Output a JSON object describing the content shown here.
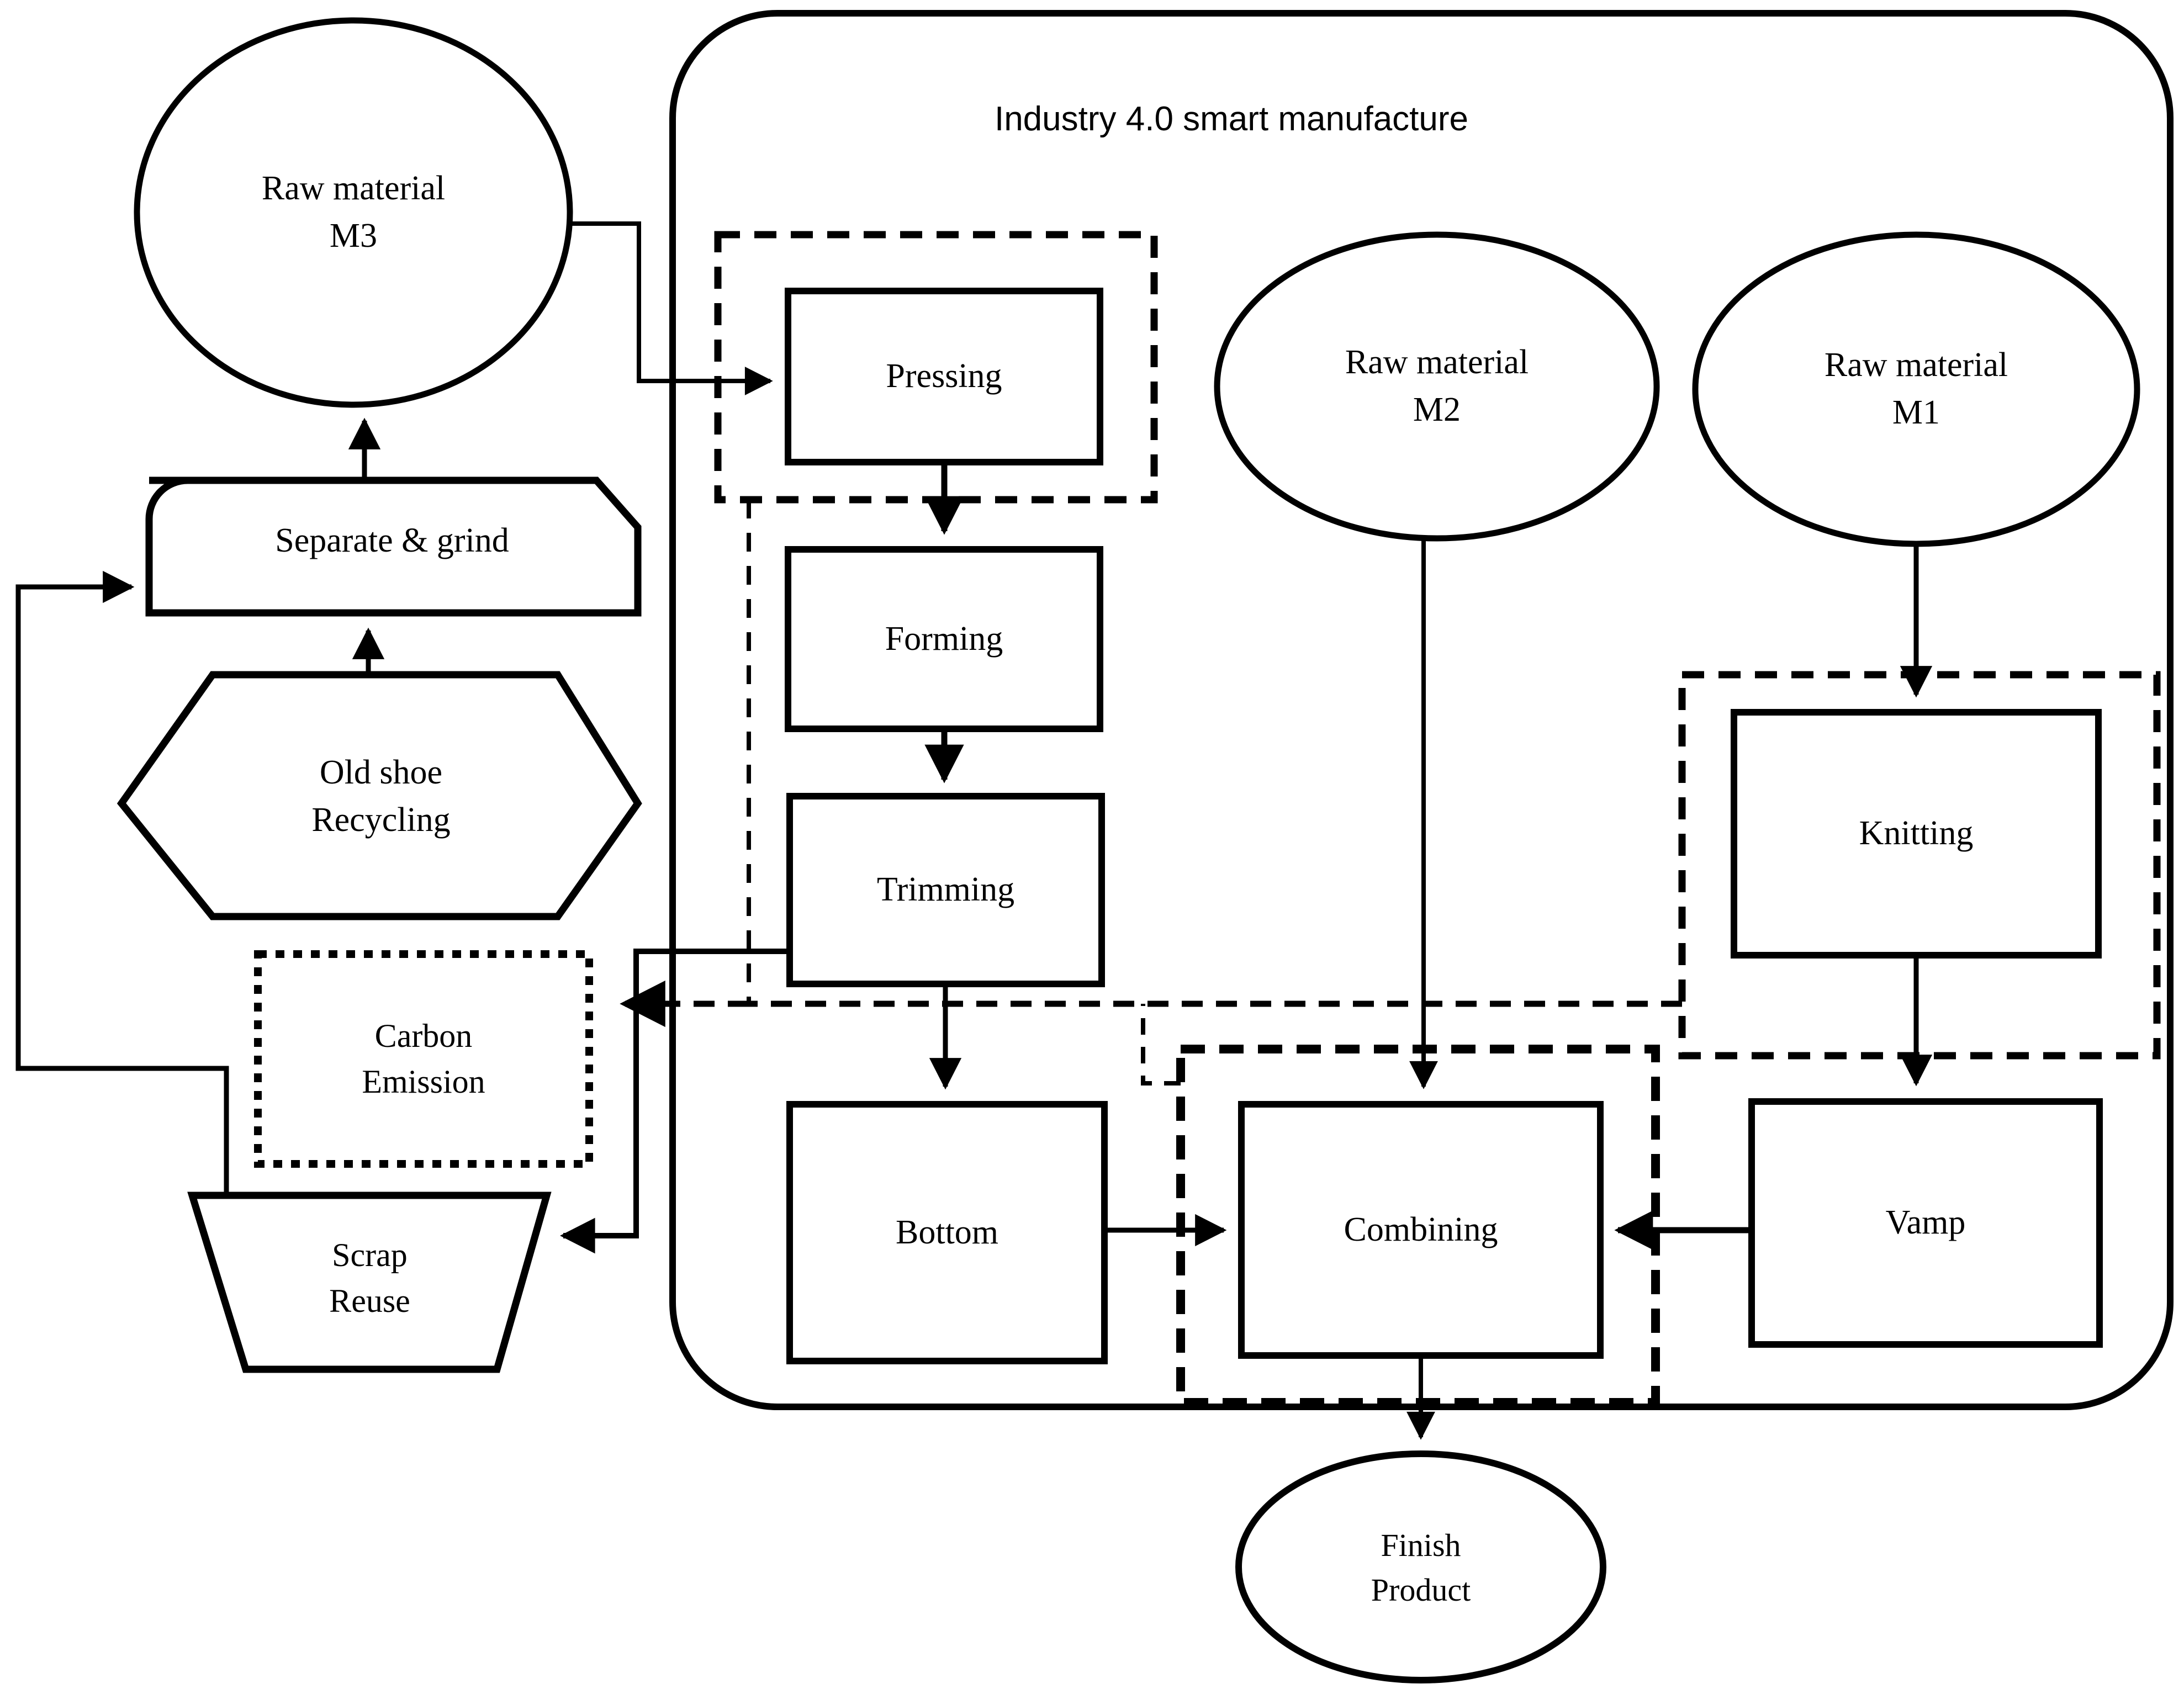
{
  "diagram": {
    "title": "Industry 4.0 smart manufacture",
    "background_color": "#ffffff",
    "stroke_color": "#000000"
  },
  "nodes": {
    "raw_material_m3": {
      "label": "Raw material\nM3",
      "shape": "ellipse"
    },
    "raw_material_m2": {
      "label": "Raw material\nM2",
      "shape": "ellipse"
    },
    "raw_material_m1": {
      "label": "Raw material\nM1",
      "shape": "ellipse"
    },
    "separate_grind": {
      "label": "Separate & grind",
      "shape": "rounded-cut-rectangle"
    },
    "old_shoe_recycling": {
      "label": "Old shoe\nRecycling",
      "shape": "hexagon"
    },
    "carbon_emission": {
      "label": "Carbon\nEmission",
      "shape": "dotted-rectangle"
    },
    "scrap_reuse": {
      "label": "Scrap\nReuse",
      "shape": "inverted-trapezoid"
    },
    "pressing": {
      "label": "Pressing",
      "shape": "rectangle"
    },
    "forming": {
      "label": "Forming",
      "shape": "rectangle"
    },
    "trimming": {
      "label": "Trimming",
      "shape": "rectangle"
    },
    "bottom": {
      "label": "Bottom",
      "shape": "rectangle"
    },
    "combining": {
      "label": "Combining",
      "shape": "rectangle"
    },
    "knitting": {
      "label": "Knitting",
      "shape": "rectangle"
    },
    "vamp": {
      "label": "Vamp",
      "shape": "rectangle"
    },
    "finish_product": {
      "label": "Finish\nProduct",
      "shape": "ellipse"
    }
  },
  "groups": {
    "smart_factory_boundary": {
      "label": "Industry 4.0 smart manufacture",
      "shape": "rounded-rectangle"
    },
    "pressing_cell": {
      "shape": "dashed-rectangle"
    },
    "knitting_cell": {
      "shape": "dashed-rectangle"
    },
    "combining_cell": {
      "shape": "dashed-rectangle"
    }
  },
  "edges": [
    {
      "from": "raw_material_m3",
      "to": "pressing",
      "style": "solid"
    },
    {
      "from": "pressing",
      "to": "forming",
      "style": "solid"
    },
    {
      "from": "forming",
      "to": "trimming",
      "style": "solid"
    },
    {
      "from": "trimming",
      "to": "bottom",
      "style": "solid"
    },
    {
      "from": "bottom",
      "to": "combining",
      "style": "solid"
    },
    {
      "from": "raw_material_m2",
      "to": "combining",
      "style": "solid"
    },
    {
      "from": "raw_material_m1",
      "to": "knitting",
      "style": "solid"
    },
    {
      "from": "knitting",
      "to": "vamp",
      "style": "solid"
    },
    {
      "from": "vamp",
      "to": "combining",
      "style": "solid"
    },
    {
      "from": "combining",
      "to": "finish_product",
      "style": "solid"
    },
    {
      "from": "old_shoe_recycling",
      "to": "separate_grind",
      "style": "solid"
    },
    {
      "from": "separate_grind",
      "to": "raw_material_m3",
      "style": "solid"
    },
    {
      "from": "scrap_reuse",
      "to": "separate_grind",
      "style": "solid"
    },
    {
      "from": "trimming",
      "to": "scrap_reuse",
      "style": "solid"
    },
    {
      "from": "process_cells",
      "to": "carbon_emission",
      "style": "dashed"
    }
  ]
}
